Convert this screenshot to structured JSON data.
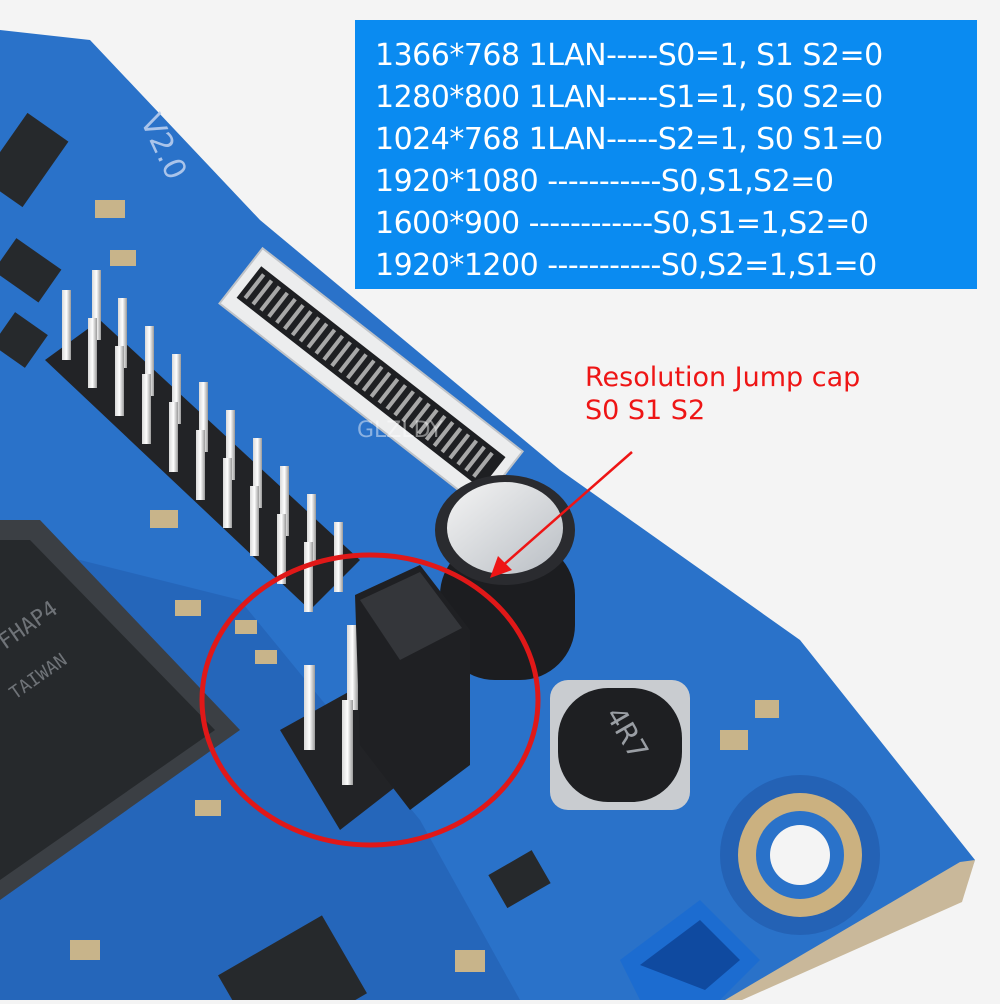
{
  "resolution_table": {
    "background": "#0a8bf1",
    "text_color": "#ffffff",
    "rows": [
      "1366*768 1LAN-----S0=1, S1 S2=0",
      "1280*800 1LAN-----S1=1, S0 S2=0",
      "1024*768 1LAN-----S2=1, S0 S1=0",
      "1920*1080 -----------S0,S1,S2=0",
      "1600*900 ------------S0,S1=1,S2=0",
      "1920*1200 -----------S0,S2=1,S1=0"
    ]
  },
  "callout": {
    "line1": "Resolution Jump cap",
    "line2": "S0 S1 S2",
    "color": "#ee1515"
  },
  "watermark": "GLZLDY",
  "board_colors": {
    "pcb": "#2a72c9",
    "pcb_dark": "#1a4f9a",
    "chip": "#26292c",
    "highlight_circle": "#e01818"
  }
}
